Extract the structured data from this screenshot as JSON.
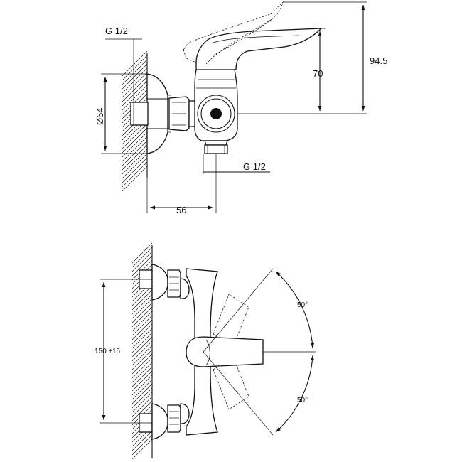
{
  "side_view": {
    "thread_top": "G 1/2",
    "thread_bottom": "G 1/2",
    "flange_diameter": "Ø64",
    "dim_height_total": "94.5",
    "dim_height_axis": "70",
    "dim_depth": "56"
  },
  "top_view": {
    "center_distance": "150 ±15",
    "handle_angle_up": "50°",
    "handle_angle_down": "50°"
  }
}
